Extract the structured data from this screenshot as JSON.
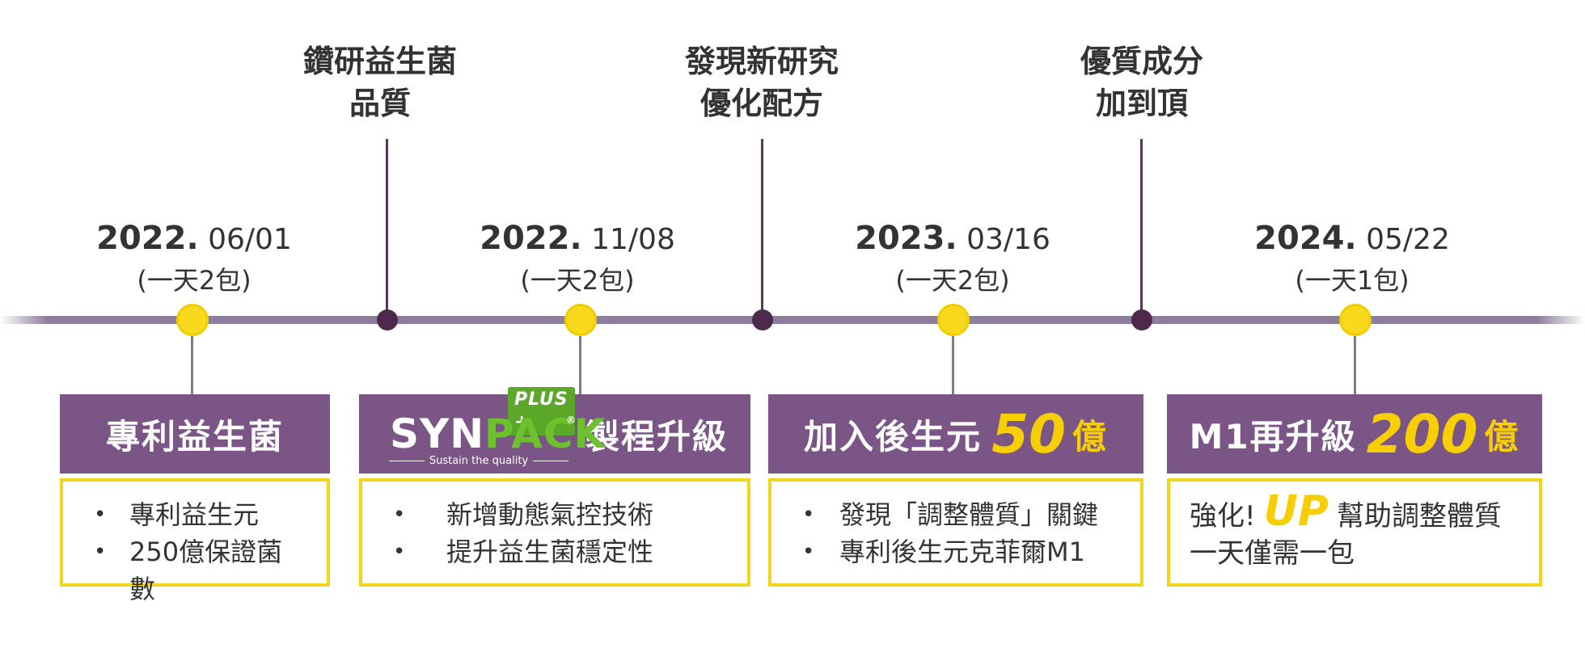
{
  "timeline": {
    "milestones": [
      {
        "line1": "鑽研益生菌",
        "line2": "品質"
      },
      {
        "line1": "發現新研究",
        "line2": "優化配方"
      },
      {
        "line1": "優質成分",
        "line2": "加到頂"
      }
    ],
    "events": [
      {
        "year": "2022.",
        "date": "06/01",
        "note": "(一天2包)",
        "header": "專利益生菌",
        "items": [
          "專利益生元",
          "250億保證菌數"
        ]
      },
      {
        "year": "2022.",
        "date": "11/08",
        "note": "(一天2包)",
        "header_logo": {
          "plus": "PLUS",
          "plus_sign": "+",
          "word_a": "SYN",
          "word_b": "PACK",
          "reg": "®",
          "tagline": "Sustain the quality"
        },
        "header_suffix": "製程升級",
        "items": [
          "新增動態氣控技術",
          "提升益生菌穩定性"
        ]
      },
      {
        "year": "2023.",
        "date": "03/16",
        "note": "(一天2包)",
        "header_prefix": "加入後生元",
        "header_number": "50",
        "header_unit": "億",
        "items": [
          "發現「調整體質」關鍵",
          "專利後生元克菲爾M1"
        ]
      },
      {
        "year": "2024.",
        "date": "05/22",
        "note": "(一天1包)",
        "header_prefix": "M1再升級",
        "header_number": "200",
        "header_unit": "億",
        "body_prefix": "強化!",
        "body_up": "UP",
        "body_suffix": "幫助調整體質",
        "body_line2": "一天僅需一包"
      }
    ]
  },
  "colors": {
    "header_purple": "#7b5585",
    "accent_yellow": "#f7cf00",
    "card_border": "#f2d51d",
    "timeline_line": "#8c7e9d",
    "milestone_dot": "#4d2a4c",
    "synpack_green": "#6cc12d"
  }
}
